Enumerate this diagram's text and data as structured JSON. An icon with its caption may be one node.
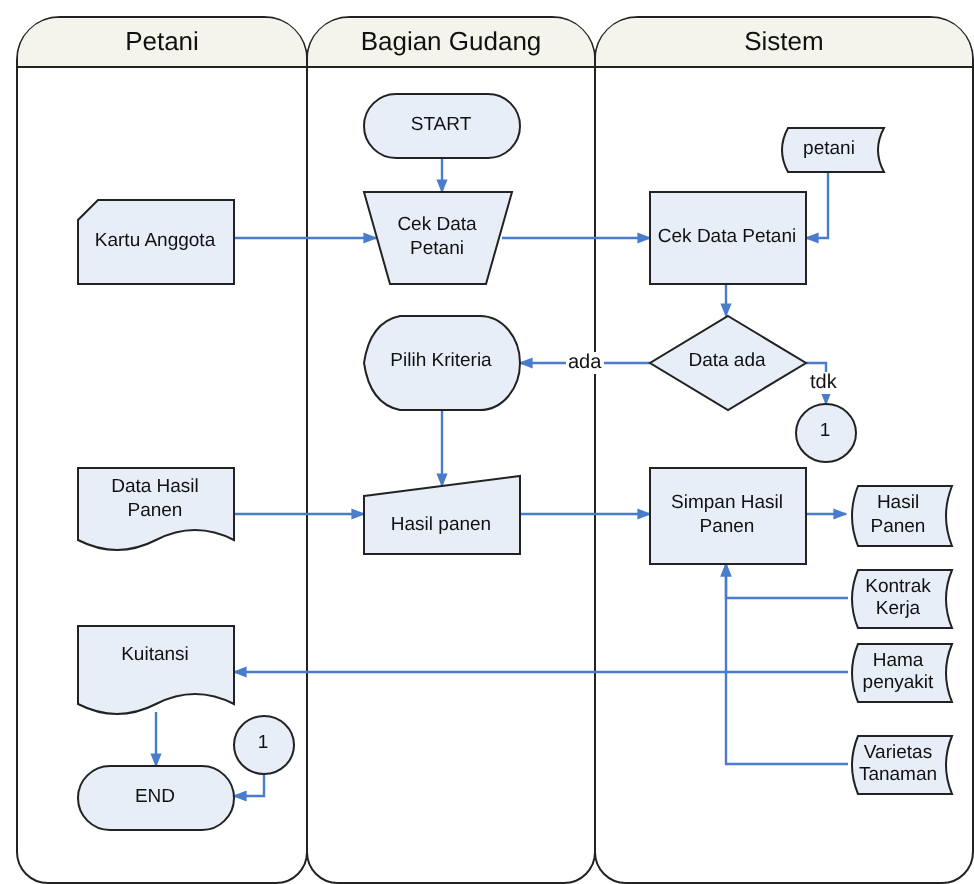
{
  "diagram": {
    "nodes": [
      {
        "text": [
          "Petani"
        ]
      },
      {
        "text": [
          "Bagian Gudang"
        ]
      },
      {
        "text": [
          "Sistem"
        ]
      },
      {
        "text": [
          "START"
        ],
        "in": 1
      },
      {
        "text": [
          "petani"
        ],
        "in": 2
      },
      {
        "text": [
          "Kartu Anggota"
        ],
        "in": 0
      },
      {
        "text": [
          "Cek Data Petani"
        ],
        "in": 1
      },
      {
        "text": [
          "Cek Data Petani"
        ],
        "in": 2
      },
      {
        "text": [
          "Pilih Kriteria"
        ],
        "in": 1
      },
      {
        "text": [
          "Data ada"
        ],
        "in": 2
      },
      {
        "text": [
          "1"
        ],
        "in": 2
      },
      {
        "text": [
          "Data Hasil Panen"
        ],
        "in": 0
      },
      {
        "text": [
          "Hasil panen"
        ],
        "in": 1
      },
      {
        "text": [
          "Simpan Hasil Panen"
        ],
        "in": 2
      },
      {
        "text": [
          "Hasil Panen"
        ],
        "in": 2
      },
      {
        "text": [
          "Kontrak Kerja"
        ],
        "in": 2
      },
      {
        "text": [
          "Hama penyakit"
        ],
        "in": 2
      },
      {
        "text": [
          "Kuitansi"
        ],
        "in": 0
      },
      {
        "text": [
          "1"
        ],
        "in": 0
      },
      {
        "text": [
          "END"
        ],
        "in": 0
      },
      {
        "text": [
          "Varietas Tanaman"
        ],
        "in": 2
      }
    ],
    "edges": [
      {
        "from": 3,
        "to": 6,
        "arrow": "to"
      },
      {
        "from": 5,
        "to": 6,
        "arrow": "to"
      },
      {
        "from": 6,
        "to": 7,
        "arrow": "to"
      },
      {
        "from": 4,
        "to": 7,
        "arrow": "to"
      },
      {
        "from": 7,
        "to": 9,
        "arrow": "to"
      },
      {
        "from": 9,
        "to": 8,
        "arrow": "to",
        "label": "ada"
      },
      {
        "from": 9,
        "to": 10,
        "arrow": "to",
        "label": "tdk"
      },
      {
        "from": 8,
        "to": 12,
        "arrow": "to"
      },
      {
        "from": 11,
        "to": 12,
        "arrow": "to"
      },
      {
        "from": 12,
        "to": 13,
        "arrow": "to"
      },
      {
        "from": 13,
        "to": 14,
        "arrow": "to"
      },
      {
        "from": 15,
        "to": 13,
        "arrow": "to"
      },
      {
        "from": 20,
        "to": 13,
        "arrow": "to"
      },
      {
        "from": 16,
        "to": 17,
        "arrow": "to"
      },
      {
        "from": 17,
        "to": 19,
        "arrow": "to"
      },
      {
        "from": 18,
        "to": 19,
        "arrow": "to"
      }
    ]
  }
}
